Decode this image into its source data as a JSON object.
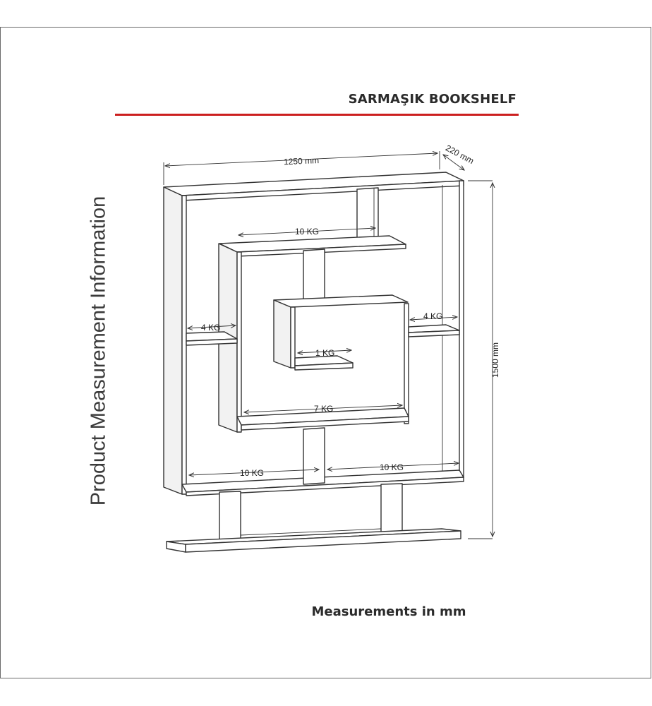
{
  "product": {
    "title": "SARMAŞIK BOOKSHELF",
    "side_caption": "Product Measurement Information",
    "footer": "Measurements in mm"
  },
  "dimensions": {
    "width": "1250 mm",
    "depth": "220 mm",
    "height": "1500 mm"
  },
  "loads": {
    "top_shelf": "10 KG",
    "left_shelf": "4 KG",
    "right_shelf": "4 KG",
    "inner_shelf": "1 KG",
    "middle_box": "7 KG",
    "bottom_left": "10 KG",
    "bottom_right": "10 KG"
  },
  "colors": {
    "accent_rule": "#cc1f1f",
    "line": "#333333"
  }
}
